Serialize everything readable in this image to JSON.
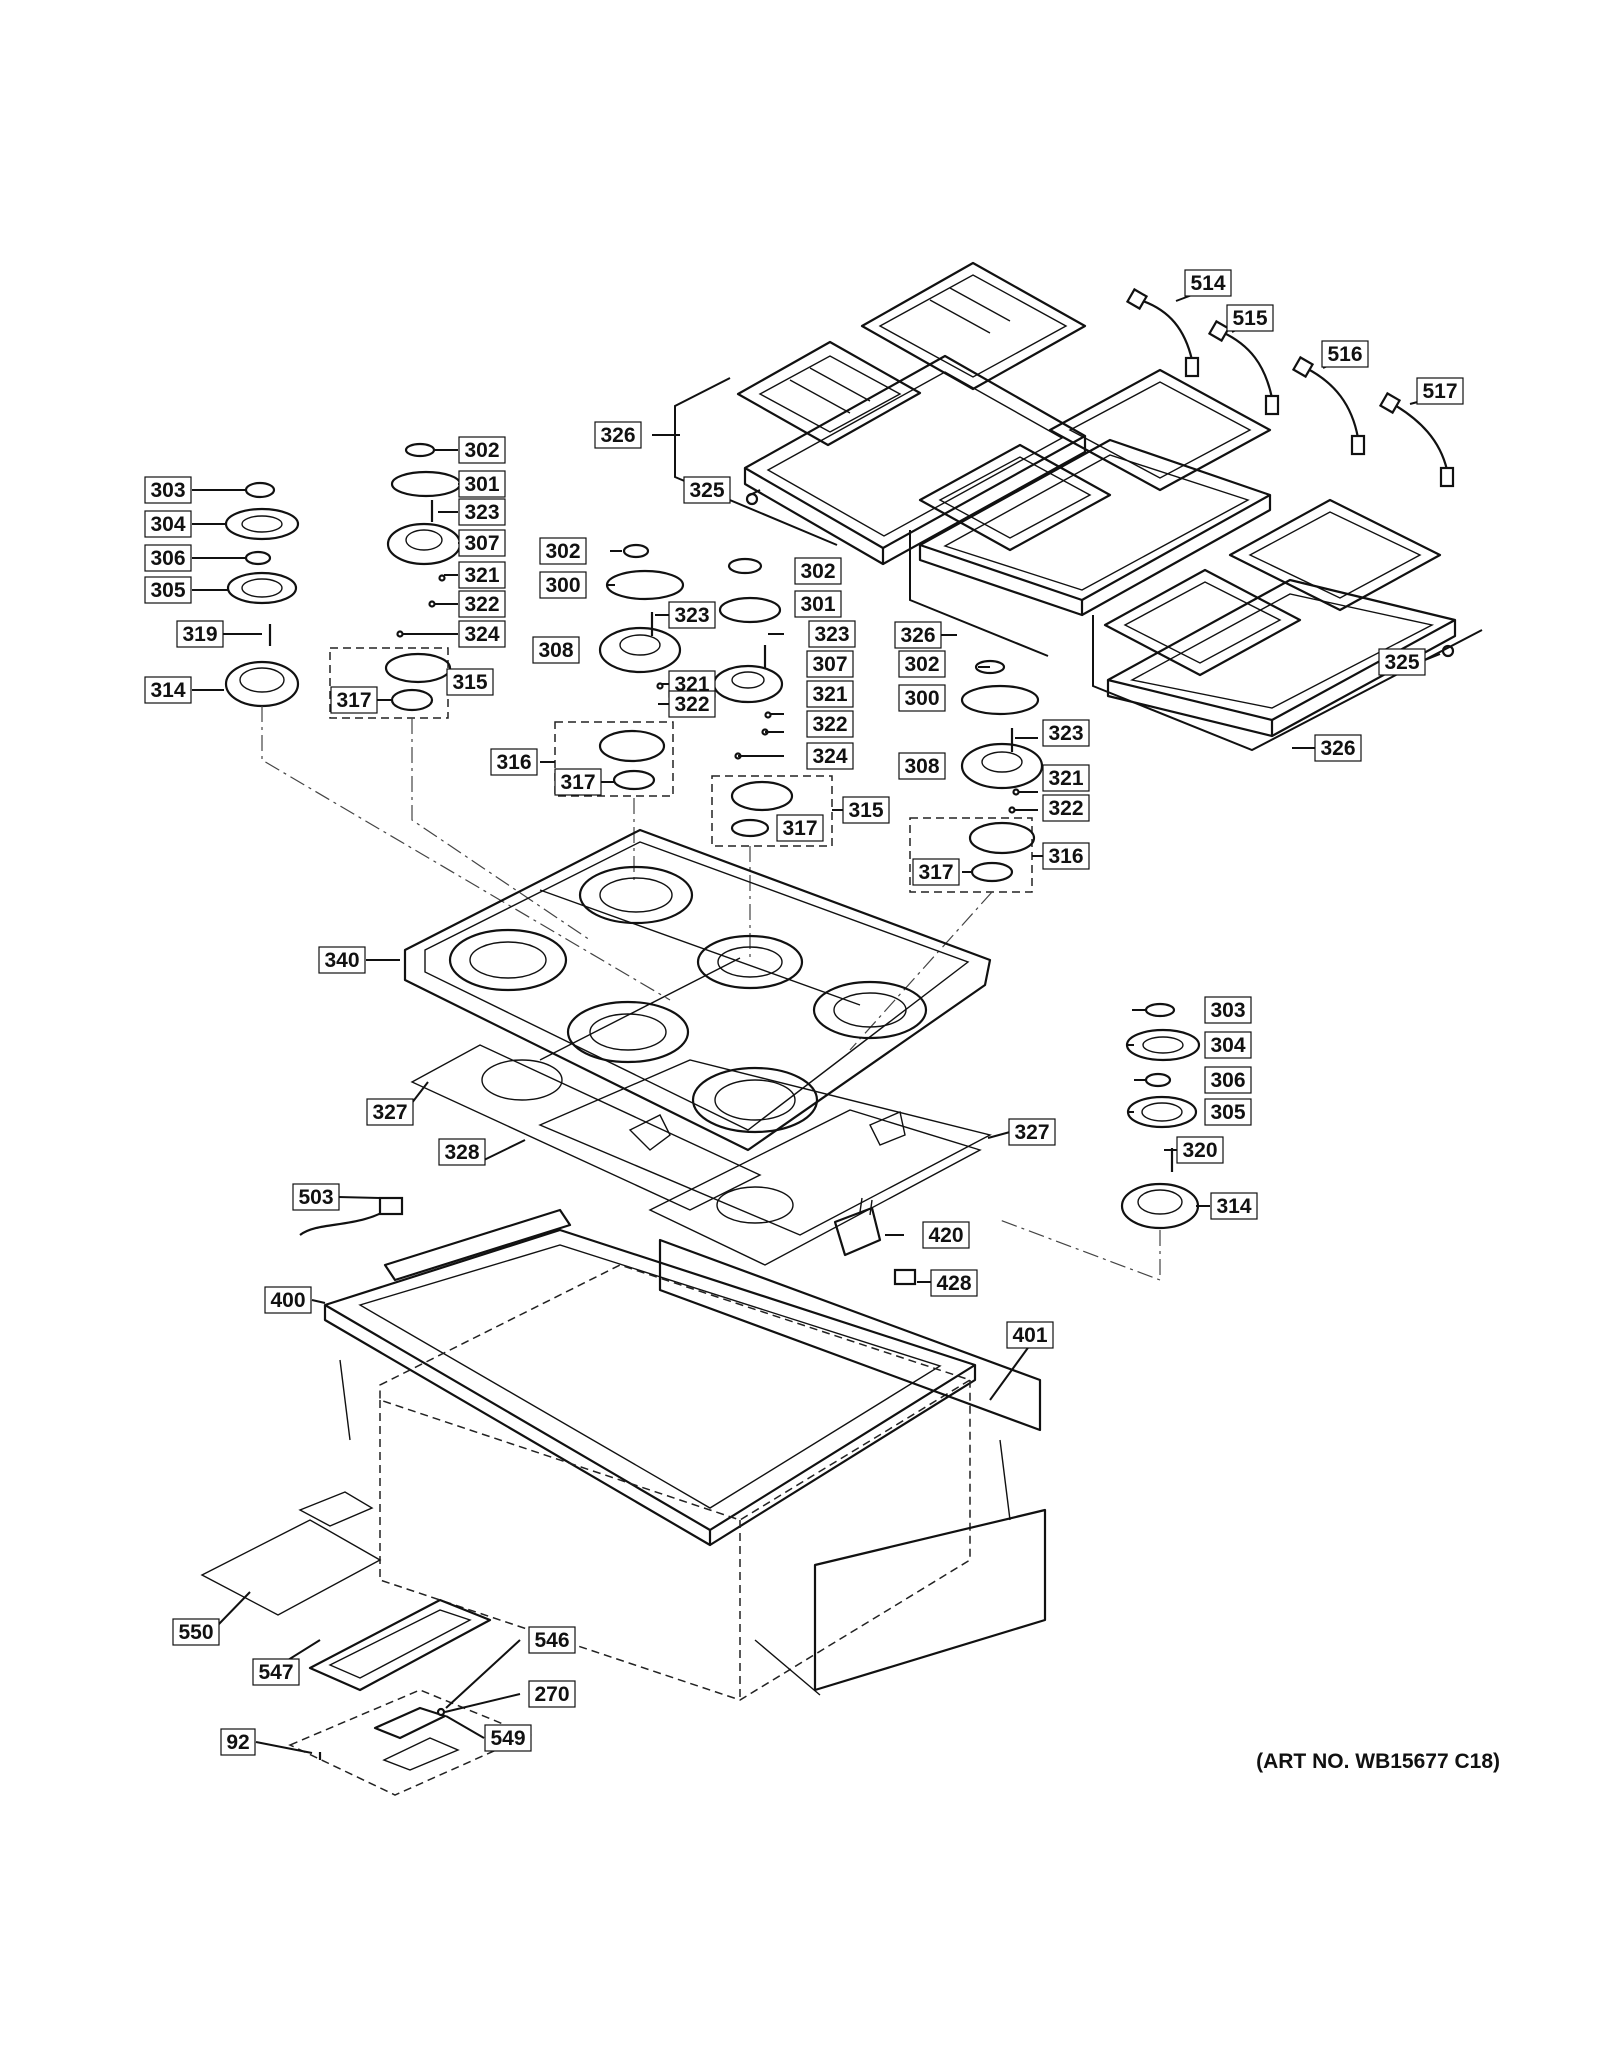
{
  "art_number": "(ART NO. WB15677 C18)",
  "callouts": [
    {
      "label": "514"
    },
    {
      "label": "515"
    },
    {
      "label": "516"
    },
    {
      "label": "517"
    },
    {
      "label": "326"
    },
    {
      "label": "325"
    },
    {
      "label": "326"
    },
    {
      "label": "325"
    },
    {
      "label": "326"
    },
    {
      "label": "303"
    },
    {
      "label": "304"
    },
    {
      "label": "306"
    },
    {
      "label": "305"
    },
    {
      "label": "319"
    },
    {
      "label": "314"
    },
    {
      "label": "302"
    },
    {
      "label": "301"
    },
    {
      "label": "323"
    },
    {
      "label": "307"
    },
    {
      "label": "321"
    },
    {
      "label": "322"
    },
    {
      "label": "324"
    },
    {
      "label": "315"
    },
    {
      "label": "317"
    },
    {
      "label": "302"
    },
    {
      "label": "300"
    },
    {
      "label": "323"
    },
    {
      "label": "308"
    },
    {
      "label": "321"
    },
    {
      "label": "322"
    },
    {
      "label": "316"
    },
    {
      "label": "317"
    },
    {
      "label": "302"
    },
    {
      "label": "301"
    },
    {
      "label": "323"
    },
    {
      "label": "307"
    },
    {
      "label": "321"
    },
    {
      "label": "322"
    },
    {
      "label": "324"
    },
    {
      "label": "315"
    },
    {
      "label": "317"
    },
    {
      "label": "302"
    },
    {
      "label": "300"
    },
    {
      "label": "323"
    },
    {
      "label": "308"
    },
    {
      "label": "321"
    },
    {
      "label": "322"
    },
    {
      "label": "316"
    },
    {
      "label": "317"
    },
    {
      "label": "340"
    },
    {
      "label": "327"
    },
    {
      "label": "328"
    },
    {
      "label": "327"
    },
    {
      "label": "303"
    },
    {
      "label": "304"
    },
    {
      "label": "306"
    },
    {
      "label": "305"
    },
    {
      "label": "320"
    },
    {
      "label": "314"
    },
    {
      "label": "503"
    },
    {
      "label": "420"
    },
    {
      "label": "428"
    },
    {
      "label": "400"
    },
    {
      "label": "401"
    },
    {
      "label": "550"
    },
    {
      "label": "547"
    },
    {
      "label": "546"
    },
    {
      "label": "270"
    },
    {
      "label": "549"
    },
    {
      "label": "92"
    }
  ]
}
